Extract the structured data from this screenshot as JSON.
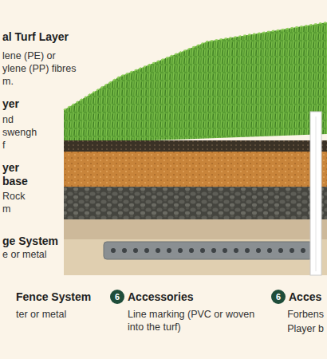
{
  "diagram": {
    "labels": [
      "al Turf Layer",
      "lene (PE) or",
      "ylene (PP) fibres",
      "m.",
      "yer",
      "nd",
      "swengh",
      "f",
      "yer",
      "base",
      "Rock",
      "m",
      "ge System",
      "e or metal",
      "Fence System",
      "ter or metal",
      "6",
      "Accessories",
      "Line marking (PVC or woven into the turf)",
      "6",
      "Acces",
      "Forbens",
      "Player b"
    ]
  }
}
